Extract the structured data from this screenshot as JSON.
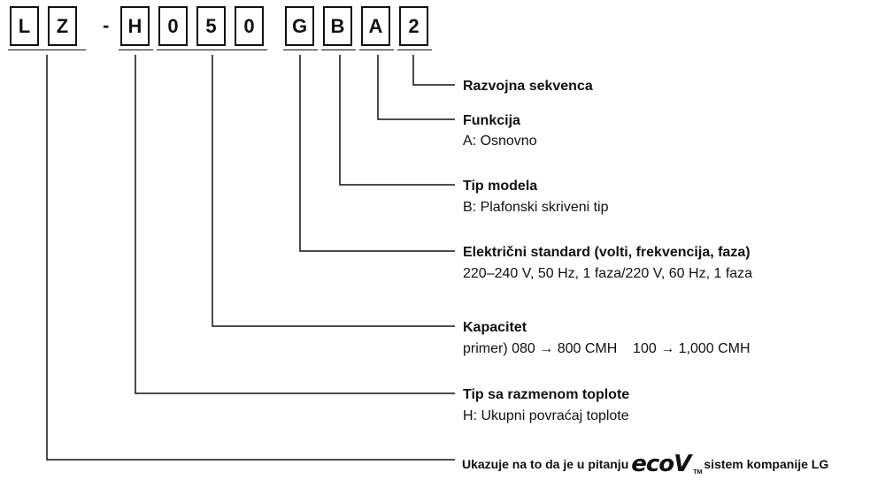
{
  "code": {
    "chars": [
      "L",
      "Z",
      "H",
      "0",
      "5",
      "0",
      "G",
      "B",
      "A",
      "2"
    ],
    "separator": "-"
  },
  "items": [
    {
      "label": "Razvojna sekvenca"
    },
    {
      "label": "Funkcija",
      "desc": "A: Osnovno"
    },
    {
      "label": "Tip modela",
      "desc": "B: Plafonski skriveni tip"
    },
    {
      "label": "Električni standard (volti, frekvencija, faza)",
      "desc": "220–240 V, 50 Hz, 1 faza/220 V, 60 Hz, 1 faza"
    },
    {
      "label": "Kapacitet",
      "desc": "primer) 080 → 800 CMH    100 → 1,000 CMH"
    },
    {
      "label": "Tip sa razmenom toplote",
      "desc": "H: Ukupni povraćaj toplote"
    }
  ],
  "last": {
    "prefix": "Ukazuje na to da je u pitanju",
    "brand": "ecoV",
    "tm": "TM",
    "suffix": "sistem kompanije LG"
  }
}
